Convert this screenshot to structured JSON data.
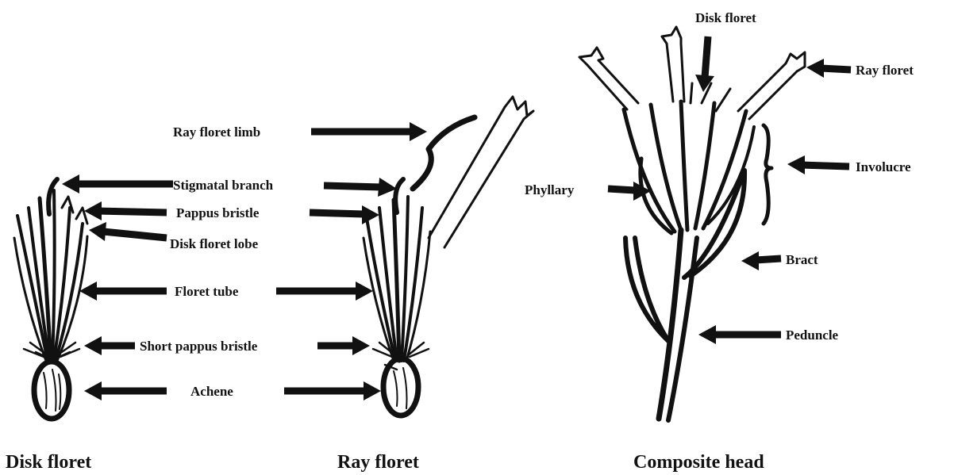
{
  "disk_floret": {
    "caption": "Disk floret",
    "labels": {
      "stigmatal_branch": "Stigmatal branch",
      "pappus_bristle": "Pappus bristle",
      "disk_floret_lobe": "Disk floret lobe",
      "floret_tube": "Floret tube",
      "short_pappus_bristle": "Short pappus bristle",
      "achene": "Achene"
    }
  },
  "ray_floret": {
    "caption": "Ray floret",
    "labels": {
      "ray_floret_limb": "Ray floret limb"
    }
  },
  "composite_head": {
    "caption": "Composite head",
    "labels": {
      "disk_floret": "Disk floret",
      "ray_floret": "Ray floret",
      "involucre": "Involucre",
      "phyllary": "Phyllary",
      "bract": "Bract",
      "peduncle": "Peduncle"
    }
  }
}
